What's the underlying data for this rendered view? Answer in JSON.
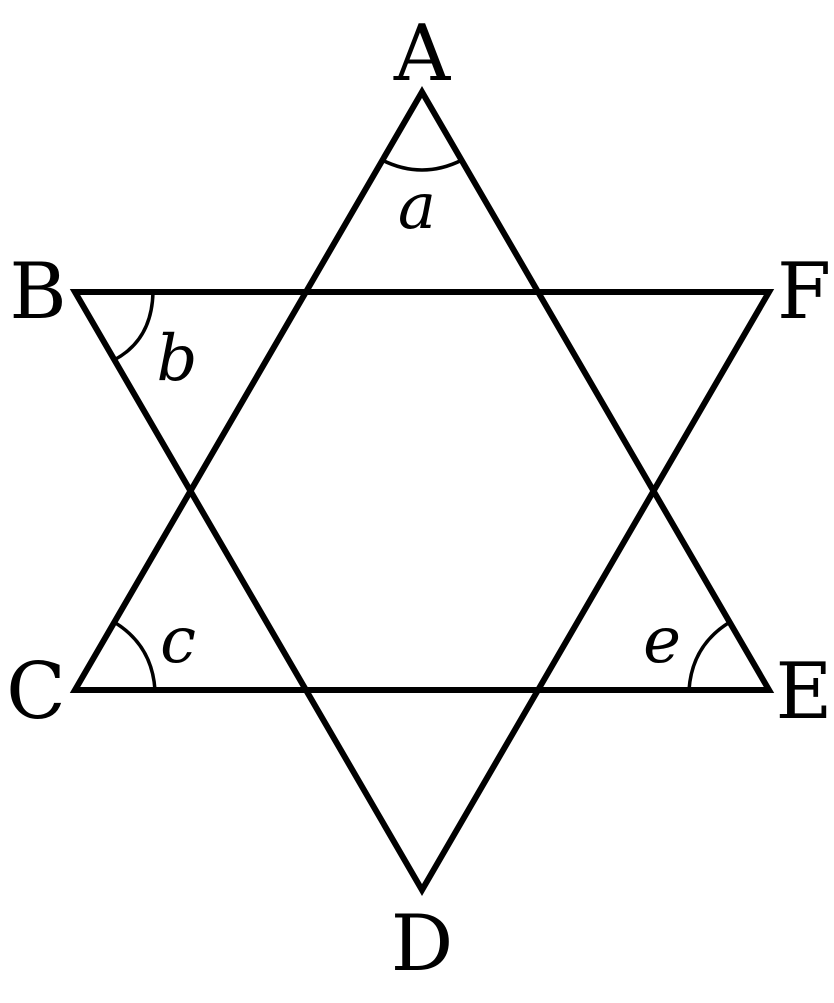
{
  "vertices": {
    "A": "A",
    "B": "B",
    "C": "C",
    "D": "D",
    "E": "E",
    "F": "F"
  },
  "angles": {
    "a": "a",
    "b": "b",
    "c": "c",
    "e": "e"
  }
}
